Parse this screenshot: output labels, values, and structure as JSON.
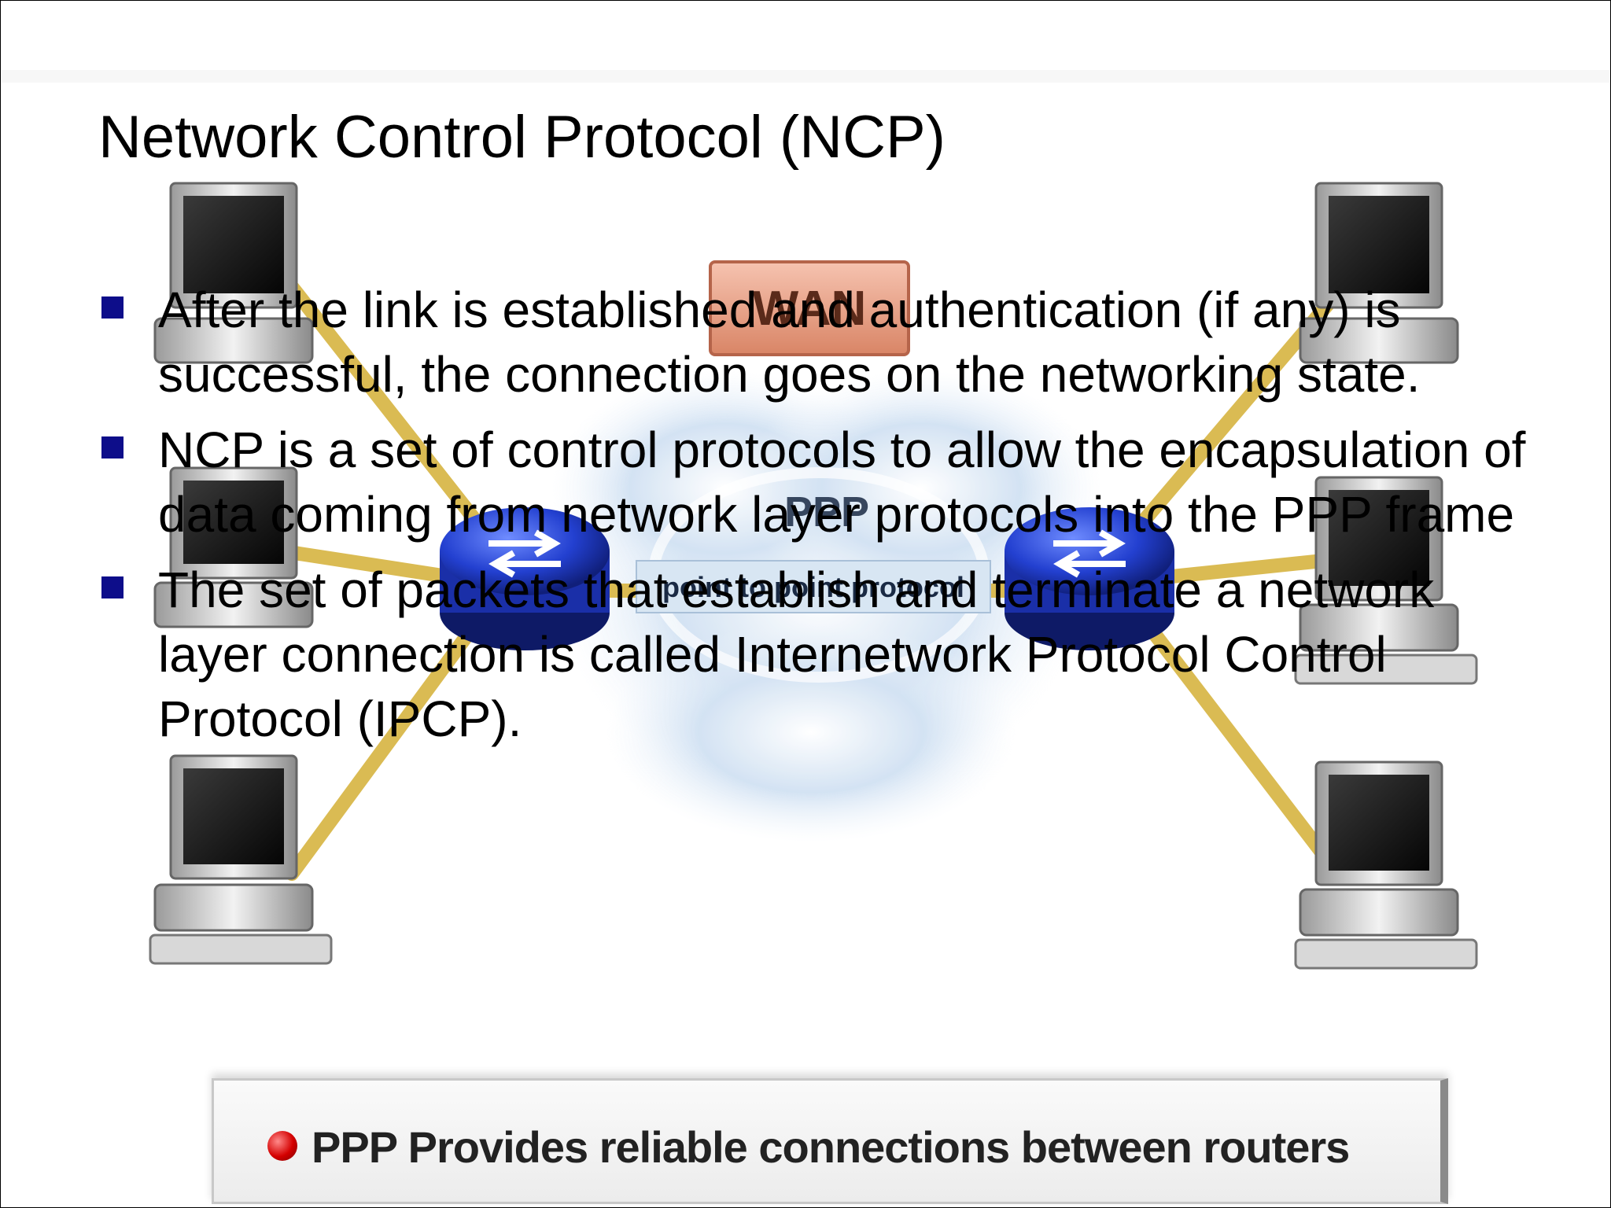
{
  "slide": {
    "title": "Network Control Protocol (NCP)",
    "bullets": [
      "After the link is established and  authentication (if any) is successful, the connection goes on the networking state.",
      "NCP is a set of control protocols to allow the encapsulation of data coming from network layer protocols into the PPP frame",
      "The set of packets that establish and terminate a network layer connection is called Internetwork  Protocol Control Protocol (IPCP)."
    ]
  },
  "diagram": {
    "wan_label": "WAN",
    "ppp_label": "PPP",
    "ppp_sublabel": "point to point protocol",
    "caption": "PPP Provides reliable connections between routers",
    "colors": {
      "router": "#2340d0",
      "link": "#d9b84a",
      "wan_box": "#e9a58c",
      "bullet": "#0d0d8a",
      "caption_dot": "#d40000"
    }
  }
}
